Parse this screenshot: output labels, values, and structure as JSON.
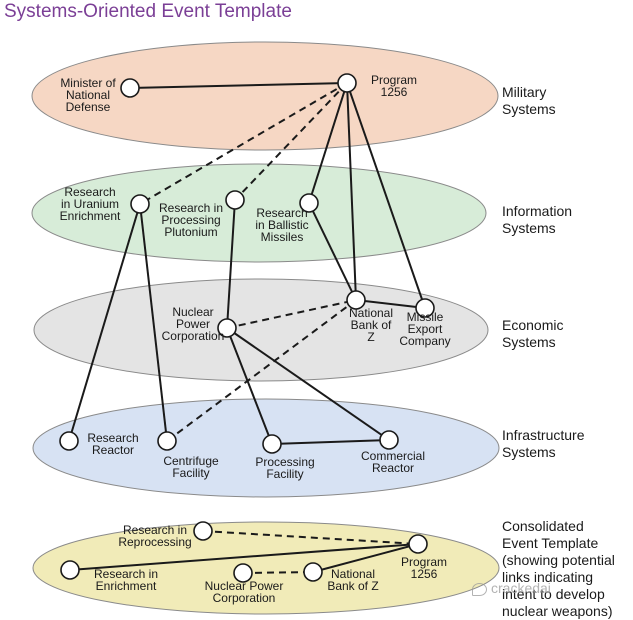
{
  "title": "Systems-Oriented Event Template",
  "layers": [
    {
      "id": "military",
      "label": "Military\nSystems",
      "color": "#f6d7c4"
    },
    {
      "id": "information",
      "label": "Information\nSystems",
      "color": "#d7ecd8"
    },
    {
      "id": "economic",
      "label": "Economic\nSystems",
      "color": "#e4e4e4"
    },
    {
      "id": "infrastructure",
      "label": "Infrastructure\nSystems",
      "color": "#d7e2f3"
    },
    {
      "id": "consolidated",
      "label": "Consolidated\nEvent Template\n(showing potential\nlinks indicating\nintent to develop\nnuclear weapons)",
      "color": "#f1ebb8"
    }
  ],
  "nodes": [
    {
      "id": "minister",
      "layer": "military",
      "label": "Minister of\nNational\nDefense"
    },
    {
      "id": "program",
      "layer": "military",
      "label": "Program\n1256"
    },
    {
      "id": "res_uranium",
      "layer": "information",
      "label": "Research\nin Uranium\nEnrichment"
    },
    {
      "id": "res_plutonium",
      "layer": "information",
      "label": "Research in\nProcessing\nPlutonium"
    },
    {
      "id": "res_ballistic",
      "layer": "information",
      "label": "Research\nin Ballistic\nMissiles"
    },
    {
      "id": "npc",
      "layer": "economic",
      "label": "Nuclear\nPower\nCorporation"
    },
    {
      "id": "bank",
      "layer": "economic",
      "label": "National\nBank of\nZ"
    },
    {
      "id": "missile",
      "layer": "economic",
      "label": "Missile\nExport\nCompany"
    },
    {
      "id": "res_reactor",
      "layer": "infrastructure",
      "label": "Research\nReactor"
    },
    {
      "id": "centrifuge",
      "layer": "infrastructure",
      "label": "Centrifuge\nFacility"
    },
    {
      "id": "processing",
      "layer": "infrastructure",
      "label": "Processing\nFacility"
    },
    {
      "id": "commercial",
      "layer": "infrastructure",
      "label": "Commercial\nReactor"
    },
    {
      "id": "c_reprocessing",
      "layer": "consolidated",
      "label": "Research in\nReprocessing"
    },
    {
      "id": "c_enrichment",
      "layer": "consolidated",
      "label": "Research in\nEnrichment"
    },
    {
      "id": "c_npc",
      "layer": "consolidated",
      "label": "Nuclear Power\nCorporation"
    },
    {
      "id": "c_bank",
      "layer": "consolidated",
      "label": "National\nBank of Z"
    },
    {
      "id": "c_program",
      "layer": "consolidated",
      "label": "Program\n1256"
    }
  ],
  "edges": [
    {
      "from": "minister",
      "to": "program",
      "style": "solid"
    },
    {
      "from": "program",
      "to": "res_uranium",
      "style": "dashed"
    },
    {
      "from": "program",
      "to": "res_plutonium",
      "style": "dashed"
    },
    {
      "from": "program",
      "to": "res_ballistic",
      "style": "solid"
    },
    {
      "from": "program",
      "to": "bank",
      "style": "solid"
    },
    {
      "from": "program",
      "to": "missile",
      "style": "solid"
    },
    {
      "from": "res_ballistic",
      "to": "bank",
      "style": "solid"
    },
    {
      "from": "res_plutonium",
      "to": "npc",
      "style": "solid"
    },
    {
      "from": "npc",
      "to": "bank",
      "style": "dashed"
    },
    {
      "from": "bank",
      "to": "missile",
      "style": "solid"
    },
    {
      "from": "bank",
      "to": "centrifuge",
      "style": "dashed"
    },
    {
      "from": "res_uranium",
      "to": "res_reactor",
      "style": "solid"
    },
    {
      "from": "res_uranium",
      "to": "centrifuge",
      "style": "solid"
    },
    {
      "from": "npc",
      "to": "processing",
      "style": "solid"
    },
    {
      "from": "npc",
      "to": "commercial",
      "style": "solid"
    },
    {
      "from": "processing",
      "to": "commercial",
      "style": "solid"
    },
    {
      "from": "c_reprocessing",
      "to": "c_program",
      "style": "dashed"
    },
    {
      "from": "c_enrichment",
      "to": "c_program",
      "style": "solid"
    },
    {
      "from": "c_npc",
      "to": "c_bank",
      "style": "dashed"
    },
    {
      "from": "c_bank",
      "to": "c_program",
      "style": "solid"
    }
  ],
  "watermark": "crackedai"
}
